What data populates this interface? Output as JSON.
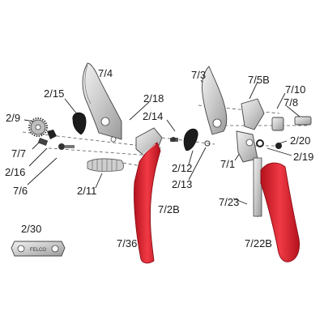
{
  "labels": {
    "p_7_4": "7/4",
    "p_2_15": "2/15",
    "p_2_18": "2/18",
    "p_2_9": "2/9",
    "p_7_7": "7/7",
    "p_2_16": "2/16",
    "p_7_6": "7/6",
    "p_2_11": "2/11",
    "p_2_14": "2/14",
    "p_2_12": "2/12",
    "p_2_13": "2/13",
    "p_2B": "7/2B",
    "p_7_36": "7/36",
    "p_2_30": "2/30",
    "p_7_3": "7/3",
    "p_7_5B": "7/5B",
    "p_7_10": "7/10",
    "p_7_8": "7/8",
    "p_2_20": "2/20",
    "p_2_19": "2/19",
    "p_7_1": "7/1",
    "p_7_23": "7/23",
    "p_7_22B": "7/22B"
  },
  "stamp_text": "FELCO",
  "colors": {
    "handle_red": "#e0202e",
    "metal": "#d9d9d9",
    "black_part": "#1c1c1c",
    "leader_line": "#222222",
    "axis_line": "#555555"
  }
}
